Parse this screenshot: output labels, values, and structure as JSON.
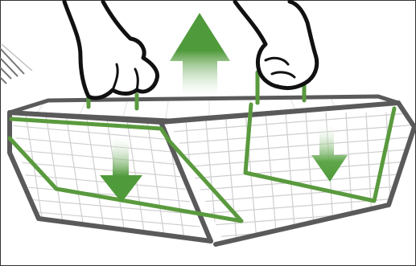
{
  "illustration": {
    "subject": "hands-lifting-wire-basket",
    "colors": {
      "frame": "#5a5a5a",
      "grid": "#cfcfcf",
      "handle": "#5a9a3e",
      "arrow_top": "#4f9a3a",
      "arrow_fade": "#ffffff",
      "hand_outline": "#111111",
      "hand_fill": "#ffffff",
      "border": "#333333"
    },
    "arrows": [
      {
        "direction": "up",
        "name": "lift-arrow-icon"
      },
      {
        "direction": "down",
        "name": "left-drop-arrow-icon"
      },
      {
        "direction": "down",
        "name": "right-drop-arrow-icon"
      }
    ]
  }
}
